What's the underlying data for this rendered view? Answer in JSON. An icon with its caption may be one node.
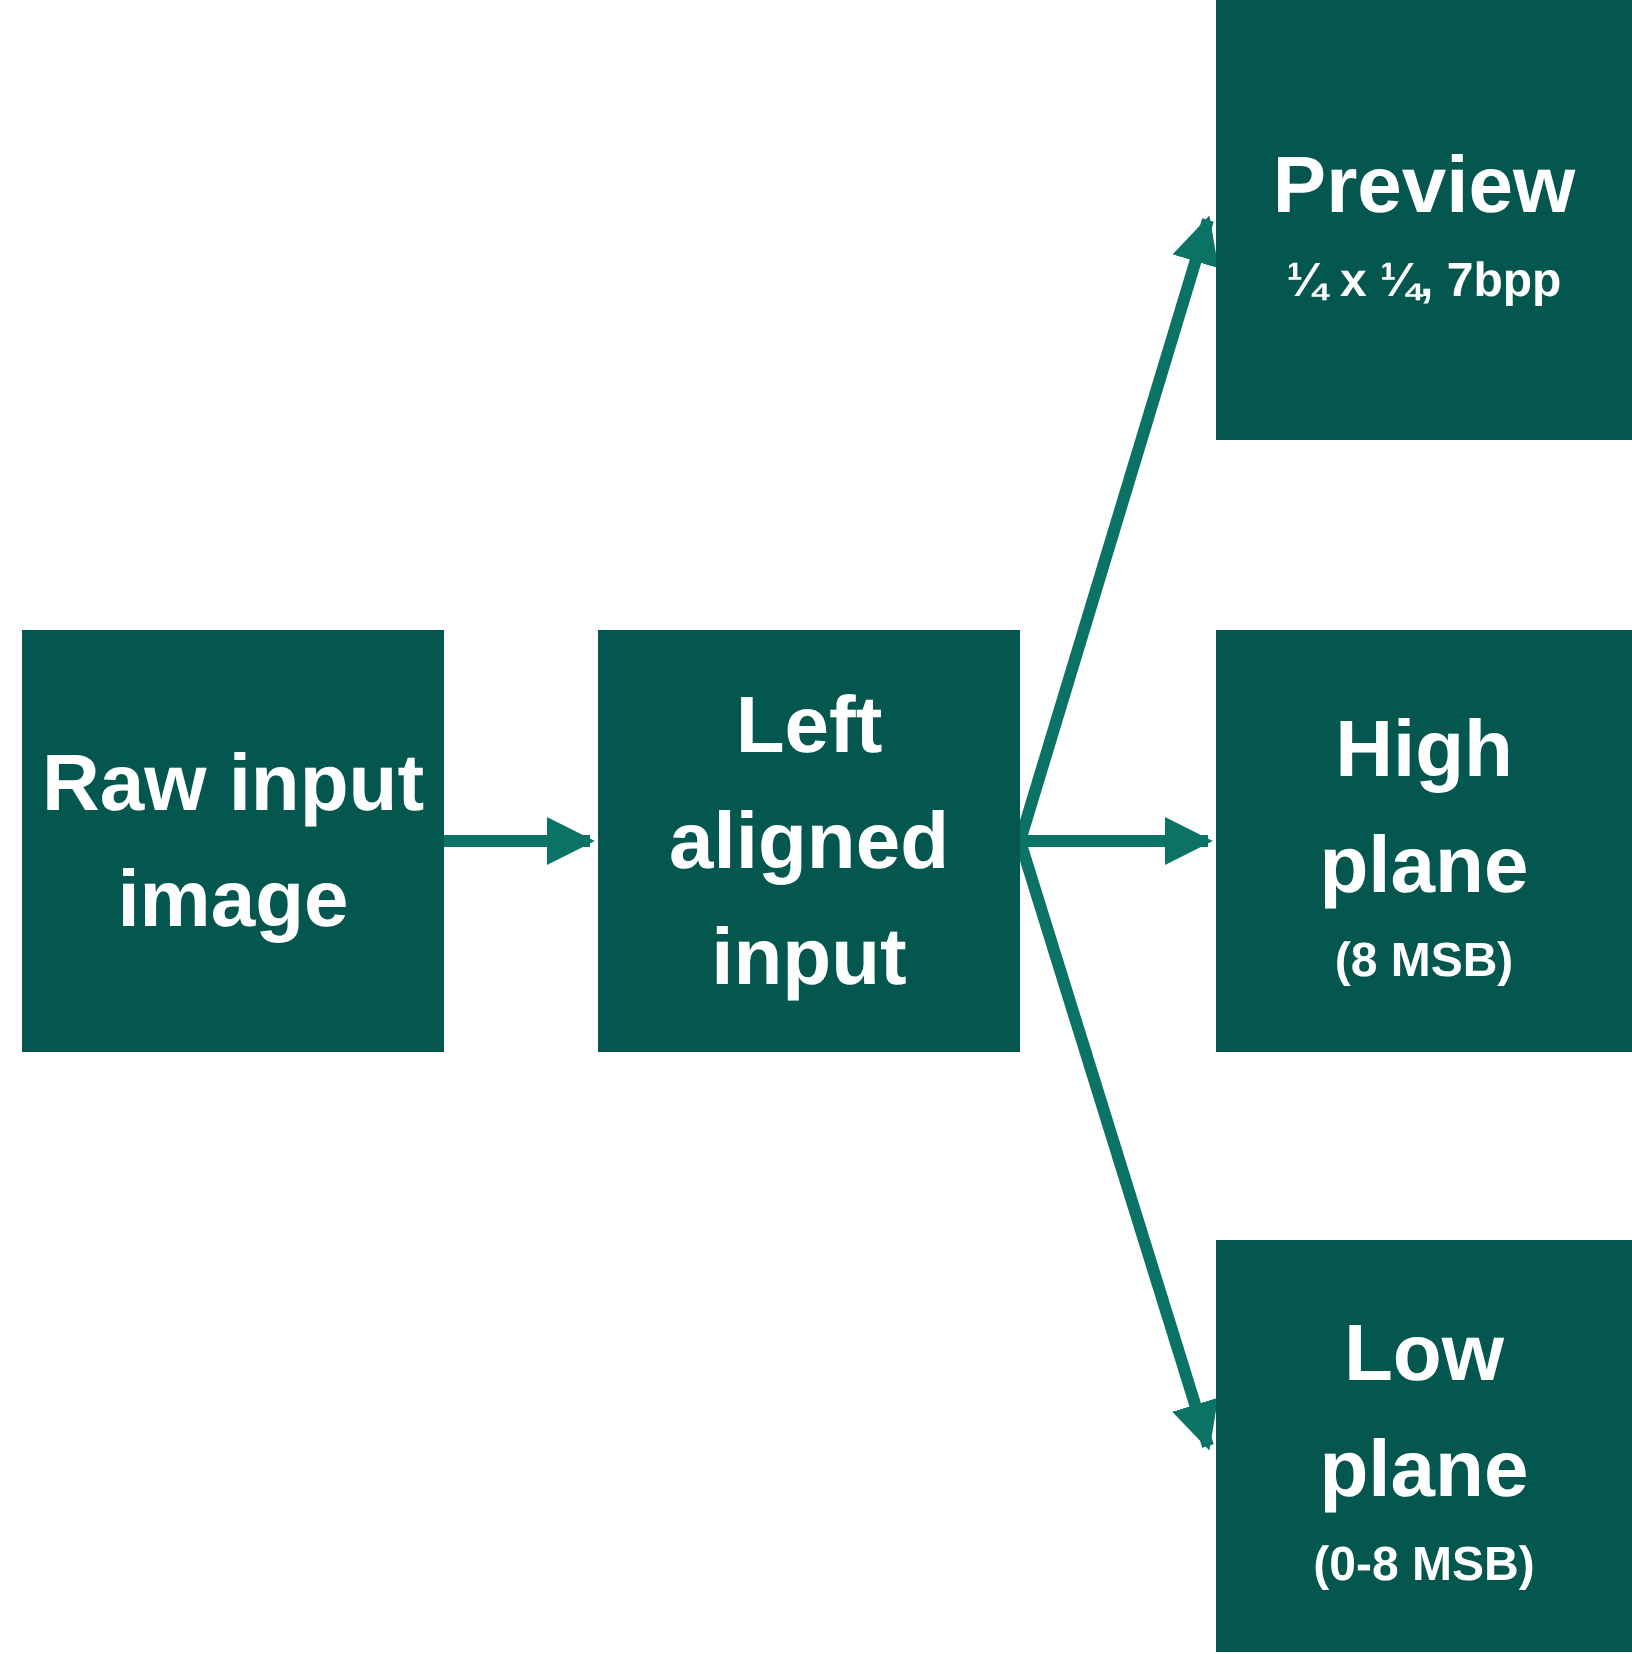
{
  "diagram": {
    "nodes": [
      {
        "text": [
          "Raw input image"
        ]
      },
      {
        "text": [
          "Left aligned input"
        ]
      },
      {
        "text": [
          "Preview",
          "¼ x ¼, 7bpp"
        ]
      },
      {
        "text": [
          "High plane",
          "(8 MSB)"
        ]
      },
      {
        "text": [
          "Low plane",
          "(0-8 MSB)"
        ]
      }
    ],
    "edges": [
      {
        "from": 0,
        "to": 1,
        "arrow": "to"
      },
      {
        "from": 1,
        "to": 2,
        "arrow": "to"
      },
      {
        "from": 1,
        "to": 3,
        "arrow": "to"
      },
      {
        "from": 1,
        "to": 4,
        "arrow": "to"
      }
    ]
  }
}
